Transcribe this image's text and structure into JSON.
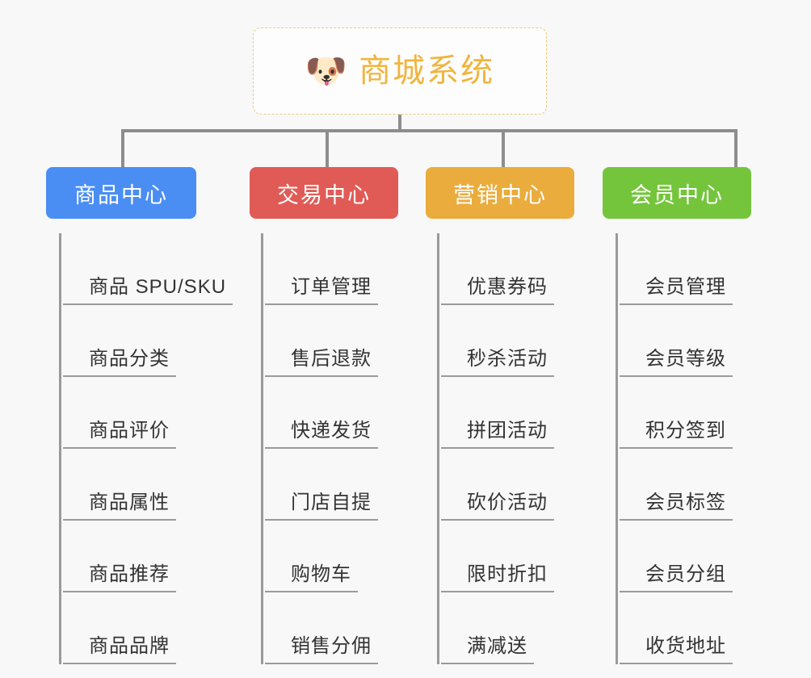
{
  "root": {
    "icon": "shiba-dog-icon",
    "icon_glyph": "🐶",
    "title": "商城系统",
    "accent": "#f0b53f",
    "border": "#eec87a"
  },
  "connector": {
    "color": "#8d8d8d"
  },
  "columns": [
    {
      "id": "product-center",
      "header": "商品中心",
      "color": "#4a8ef3",
      "items": [
        "商品 SPU/SKU",
        "商品分类",
        "商品评价",
        "商品属性",
        "商品推荐",
        "商品品牌"
      ]
    },
    {
      "id": "trade-center",
      "header": "交易中心",
      "color": "#e15b56",
      "items": [
        "订单管理",
        "售后退款",
        "快递发货",
        "门店自提",
        "购物车",
        "销售分佣"
      ]
    },
    {
      "id": "marketing-center",
      "header": "营销中心",
      "color": "#eaac3c",
      "items": [
        "优惠券码",
        "秒杀活动",
        "拼团活动",
        "砍价活动",
        "限时折扣",
        "满减送"
      ]
    },
    {
      "id": "member-center",
      "header": "会员中心",
      "color": "#74c53c",
      "items": [
        "会员管理",
        "会员等级",
        "积分签到",
        "会员标签",
        "会员分组",
        "收货地址"
      ]
    }
  ]
}
